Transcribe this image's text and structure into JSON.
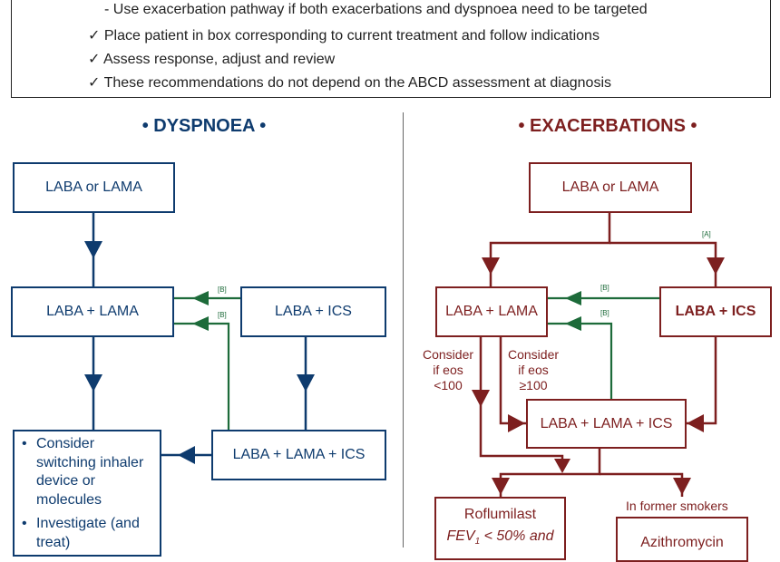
{
  "notes": {
    "line1": "- Use exacerbation pathway if both exacerbations and dyspnoea need to be targeted",
    "line2": "Place patient in box corresponding to current treatment and follow indications",
    "line3": "Assess response, adjust and review",
    "line4": "These recommendations do not depend on the ABCD assessment at diagnosis",
    "check_glyph": "✓"
  },
  "dyspnoea": {
    "heading": "• DYSPNOEA •",
    "box_top": "LABA or LAMA",
    "box_dual": "LABA + LAMA",
    "box_ics": "LABA + ICS",
    "box_triple": "LABA + LAMA + ICS",
    "tag_b1": "[B]",
    "tag_b2": "[B]",
    "bullet_1": "Consider switching inhaler device or molecules",
    "bullet_2": "Investigate (and treat)",
    "bullet_glyph": "•"
  },
  "exacerbations": {
    "heading": "•  EXACERBATIONS  •",
    "box_top": "LABA or LAMA",
    "box_dual": "LABA + LAMA",
    "box_ics": "LABA + ICS",
    "box_triple": "LABA + LAMA + ICS",
    "box_roflumilast": "Roflumilast",
    "roflumilast_note": "FEV",
    "roflumilast_note_rest": " < 50% and",
    "box_azithro": "Azithromycin",
    "tag_a": "[A]",
    "tag_b1": "[B]",
    "tag_b2": "[B]",
    "consider_low_1": "Consider",
    "consider_low_2": "if eos",
    "consider_low_3": "<100",
    "consider_high_1": "Consider",
    "consider_high_2": "if eos",
    "consider_high_3": "≥100",
    "former_smokers": "In former smokers"
  },
  "colors": {
    "dyspnoea_blue": "#0e3b6e",
    "exacerbation_red": "#7d1f1f",
    "step_down_green": "#1d6b3a",
    "divider_gray": "#666666"
  }
}
